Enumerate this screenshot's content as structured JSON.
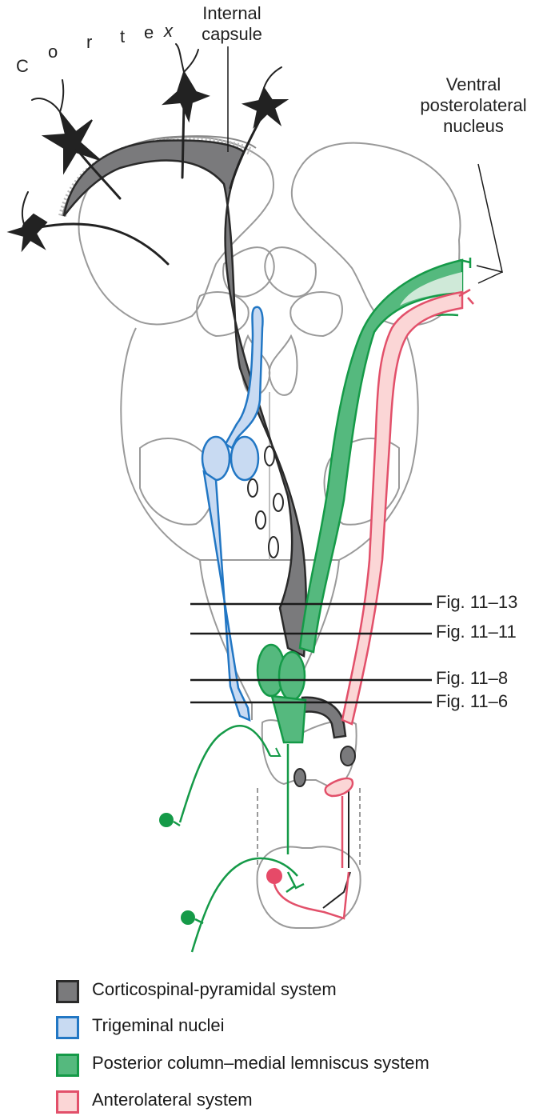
{
  "labels": {
    "cortex_letters": [
      "C",
      "o",
      "r",
      "t",
      "e",
      "x"
    ],
    "internal_capsule_line1": "Internal",
    "internal_capsule_line2": "capsule",
    "vpl_line1": "Ventral",
    "vpl_line2": "posterolateral",
    "vpl_line3": "nucleus",
    "fig_11_13": "Fig. 11–13",
    "fig_11_11": "Fig. 11–11",
    "fig_11_8": "Fig. 11–8",
    "fig_11_6": "Fig. 11–6"
  },
  "legend": [
    {
      "label": "Corticospinal-pyramidal system",
      "fill": "#7a7a7c",
      "border": "#2a2a2a"
    },
    {
      "label": "Trigeminal nuclei",
      "fill": "#c8daf2",
      "border": "#2277c4"
    },
    {
      "label": "Posterior column–medial lemniscus system",
      "fill": "#55b97e",
      "border": "#159a48"
    },
    {
      "label": "Anterolateral system",
      "fill": "#fbd6d6",
      "border": "#e2506a"
    }
  ],
  "colors": {
    "corticospinal": "#7a7a7c",
    "trigeminal_fill": "#c8daf2",
    "trigeminal_stroke": "#2277c4",
    "lemniscus_fill": "#55b97e",
    "lemniscus_stroke": "#159a48",
    "anterolateral_fill": "#fbd6d6",
    "anterolateral_stroke": "#e2506a",
    "outline": "#9a9a9a"
  }
}
